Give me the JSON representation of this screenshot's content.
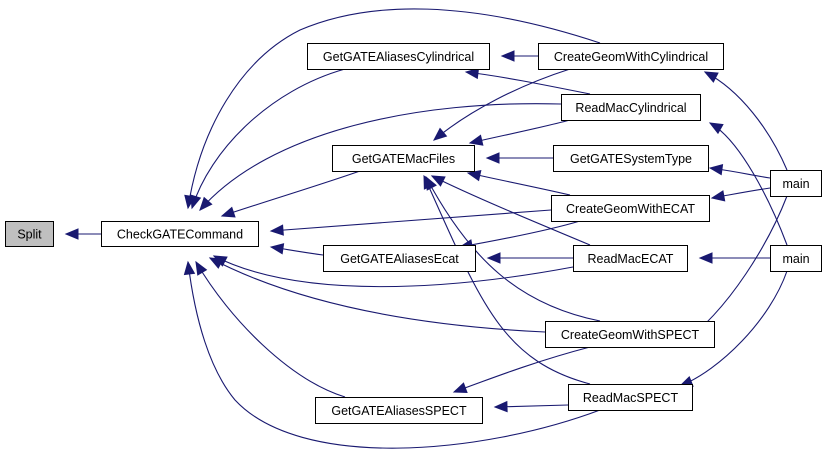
{
  "diagram": {
    "type": "doxygen-caller-graph",
    "edge_color": "#191970",
    "root_fill": "#bfbfbf",
    "nodes": [
      {
        "id": "Split",
        "label": "Split",
        "root": true
      },
      {
        "id": "CheckGATECommand",
        "label": "CheckGATECommand"
      },
      {
        "id": "GetGATEAliasesCylindrical",
        "label": "GetGATEAliasesCylindrical"
      },
      {
        "id": "GetGATEMacFiles",
        "label": "GetGATEMacFiles"
      },
      {
        "id": "GetGATEAliasesEcat",
        "label": "GetGATEAliasesEcat"
      },
      {
        "id": "GetGATEAliasesSPECT",
        "label": "GetGATEAliasesSPECT"
      },
      {
        "id": "CreateGeomWithCylindrical",
        "label": "CreateGeomWithCylindrical"
      },
      {
        "id": "ReadMacCylindrical",
        "label": "ReadMacCylindrical"
      },
      {
        "id": "GetGATESystemType",
        "label": "GetGATESystemType"
      },
      {
        "id": "CreateGeomWithECAT",
        "label": "CreateGeomWithECAT"
      },
      {
        "id": "ReadMacECAT",
        "label": "ReadMacECAT"
      },
      {
        "id": "CreateGeomWithSPECT",
        "label": "CreateGeomWithSPECT"
      },
      {
        "id": "ReadMacSPECT",
        "label": "ReadMacSPECT"
      },
      {
        "id": "main1",
        "label": "main"
      },
      {
        "id": "main2",
        "label": "main"
      }
    ],
    "edges": [
      {
        "from": "CheckGATECommand",
        "to": "Split"
      },
      {
        "from": "GetGATEAliasesCylindrical",
        "to": "CheckGATECommand"
      },
      {
        "from": "GetGATEMacFiles",
        "to": "CheckGATECommand"
      },
      {
        "from": "GetGATEAliasesEcat",
        "to": "CheckGATECommand"
      },
      {
        "from": "GetGATEAliasesSPECT",
        "to": "CheckGATECommand"
      },
      {
        "from": "CreateGeomWithCylindrical",
        "to": "CheckGATECommand"
      },
      {
        "from": "ReadMacCylindrical",
        "to": "CheckGATECommand"
      },
      {
        "from": "CreateGeomWithECAT",
        "to": "CheckGATECommand"
      },
      {
        "from": "ReadMacECAT",
        "to": "CheckGATECommand"
      },
      {
        "from": "CreateGeomWithSPECT",
        "to": "CheckGATECommand"
      },
      {
        "from": "ReadMacSPECT",
        "to": "CheckGATECommand"
      },
      {
        "from": "CreateGeomWithCylindrical",
        "to": "GetGATEAliasesCylindrical"
      },
      {
        "from": "ReadMacCylindrical",
        "to": "GetGATEAliasesCylindrical"
      },
      {
        "from": "CreateGeomWithCylindrical",
        "to": "GetGATEMacFiles"
      },
      {
        "from": "ReadMacCylindrical",
        "to": "GetGATEMacFiles"
      },
      {
        "from": "GetGATESystemType",
        "to": "GetGATEMacFiles"
      },
      {
        "from": "CreateGeomWithECAT",
        "to": "GetGATEMacFiles"
      },
      {
        "from": "ReadMacECAT",
        "to": "GetGATEMacFiles"
      },
      {
        "from": "CreateGeomWithSPECT",
        "to": "GetGATEMacFiles"
      },
      {
        "from": "ReadMacSPECT",
        "to": "GetGATEMacFiles"
      },
      {
        "from": "CreateGeomWithECAT",
        "to": "GetGATEAliasesEcat"
      },
      {
        "from": "ReadMacECAT",
        "to": "GetGATEAliasesEcat"
      },
      {
        "from": "CreateGeomWithSPECT",
        "to": "GetGATEAliasesSPECT"
      },
      {
        "from": "ReadMacSPECT",
        "to": "GetGATEAliasesSPECT"
      },
      {
        "from": "main1",
        "to": "CreateGeomWithCylindrical"
      },
      {
        "from": "main1",
        "to": "GetGATESystemType"
      },
      {
        "from": "main1",
        "to": "CreateGeomWithECAT"
      },
      {
        "from": "main1",
        "to": "CreateGeomWithSPECT"
      },
      {
        "from": "main2",
        "to": "ReadMacCylindrical"
      },
      {
        "from": "main2",
        "to": "ReadMacECAT"
      },
      {
        "from": "main2",
        "to": "ReadMacSPECT"
      }
    ]
  }
}
